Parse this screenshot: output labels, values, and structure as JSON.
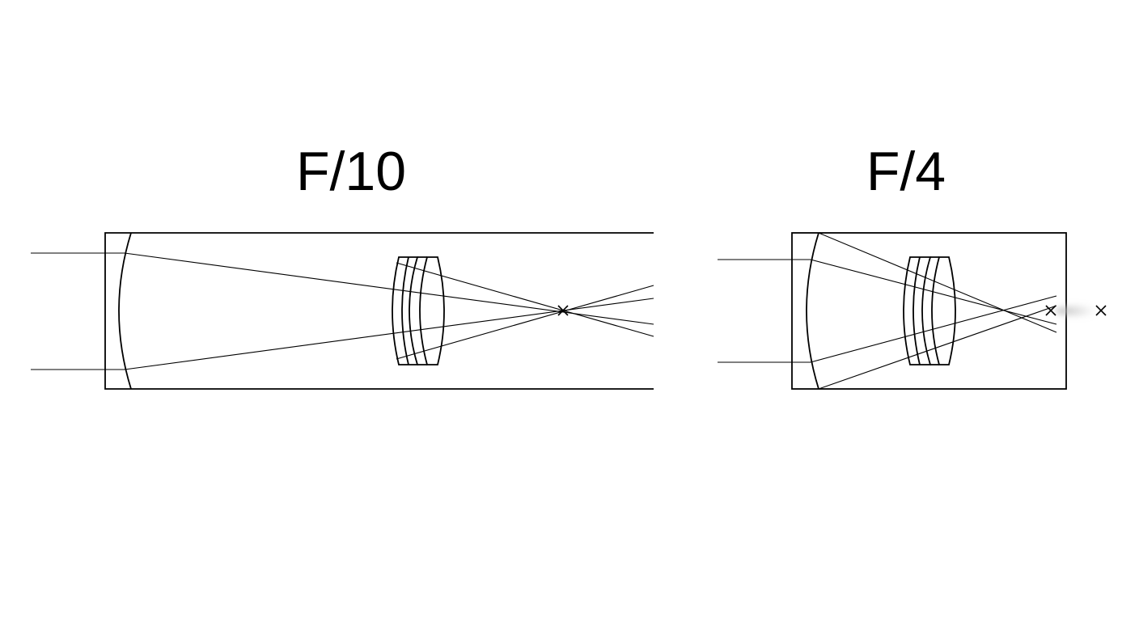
{
  "diagram": {
    "left_label": "F/10",
    "right_label": "F/4",
    "ink_color": "#000000",
    "background_color": "#ffffff",
    "focus_marker_icon": "x-mark",
    "haze_color": "#bdbdbd"
  }
}
